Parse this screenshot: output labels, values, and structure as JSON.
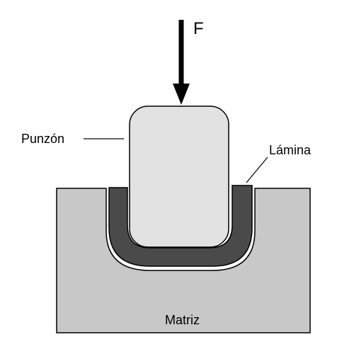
{
  "labels": {
    "force": "F",
    "punch": "Punzón",
    "sheet": "Lámina",
    "die": "Matriz"
  },
  "colors": {
    "die_fill": "#c8c8c8",
    "punch_fill": "#e2e2e2",
    "sheet_fill": "#4a4a4a",
    "outline": "#000000",
    "background": "#ffffff"
  }
}
